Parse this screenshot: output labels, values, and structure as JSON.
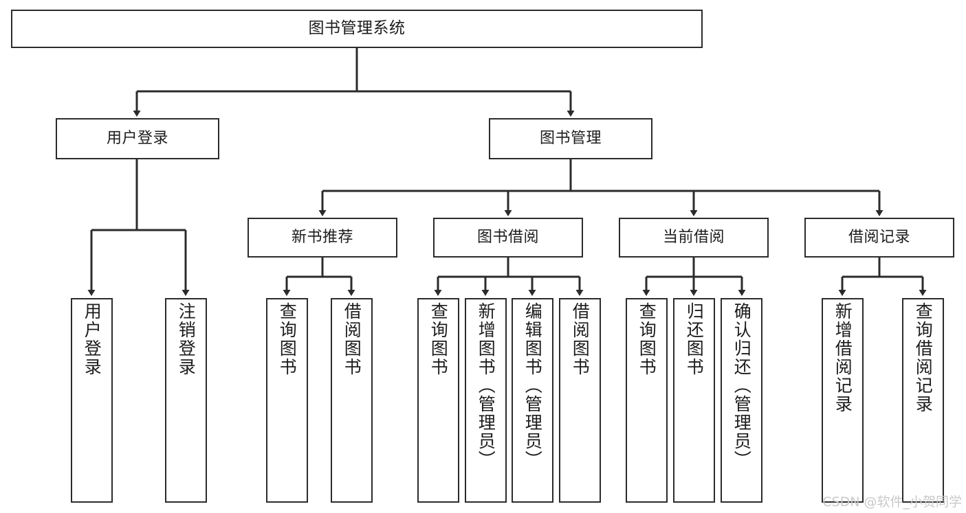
{
  "diagram": {
    "title": "图书管理系统",
    "type": "tree-hierarchy",
    "watermark": "CSDN @软件_小贺同学",
    "colors": {
      "stroke": "#2b2b2b",
      "background": "#ffffff",
      "text": "#1c1c1c",
      "watermark": "#c9c9c9"
    },
    "levels": {
      "root": {
        "label": "图书管理系统"
      },
      "level2": [
        {
          "label": "用户登录"
        },
        {
          "label": "图书管理"
        }
      ],
      "level3": [
        {
          "label": "新书推荐"
        },
        {
          "label": "图书借阅"
        },
        {
          "label": "当前借阅"
        },
        {
          "label": "借阅记录"
        }
      ],
      "leaves": [
        {
          "label": "用户登录",
          "parent": "用户登录"
        },
        {
          "label": "注销登录",
          "parent": "用户登录"
        },
        {
          "label": "查询图书",
          "parent": "新书推荐"
        },
        {
          "label": "借阅图书",
          "parent": "新书推荐"
        },
        {
          "label": "查询图书",
          "parent": "图书借阅"
        },
        {
          "label": "新增图书（管理员）",
          "parent": "图书借阅"
        },
        {
          "label": "编辑图书（管理员）",
          "parent": "图书借阅"
        },
        {
          "label": "借阅图书",
          "parent": "图书借阅"
        },
        {
          "label": "查询图书",
          "parent": "当前借阅"
        },
        {
          "label": "归还图书",
          "parent": "当前借阅"
        },
        {
          "label": "确认归还（管理员）",
          "parent": "当前借阅"
        },
        {
          "label": "新增借阅记录",
          "parent": "借阅记录"
        },
        {
          "label": "查询借阅记录",
          "parent": "借阅记录"
        }
      ]
    }
  }
}
